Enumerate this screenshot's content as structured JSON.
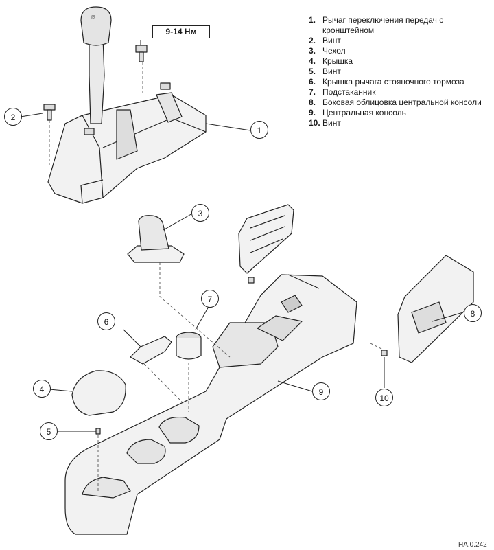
{
  "torque_label": "9-14 Нм",
  "legend": [
    {
      "num": "1.",
      "text": "Рычаг переключения передач с кронштейном"
    },
    {
      "num": "2.",
      "text": "Винт"
    },
    {
      "num": "3.",
      "text": "Чехол"
    },
    {
      "num": "4.",
      "text": "Крышка"
    },
    {
      "num": "5.",
      "text": "Винт"
    },
    {
      "num": "6.",
      "text": "Крышка рычага стояночного тормоза"
    },
    {
      "num": "7.",
      "text": "Подстаканник"
    },
    {
      "num": "8.",
      "text": "Боковая облицовка центральной консоли"
    },
    {
      "num": "9.",
      "text": "Центральная консоль"
    },
    {
      "num": "10.",
      "text": "Винт"
    }
  ],
  "callouts": [
    "1",
    "2",
    "3",
    "4",
    "5",
    "6",
    "7",
    "8",
    "9",
    "10"
  ],
  "doc_code": "HA.0.242"
}
